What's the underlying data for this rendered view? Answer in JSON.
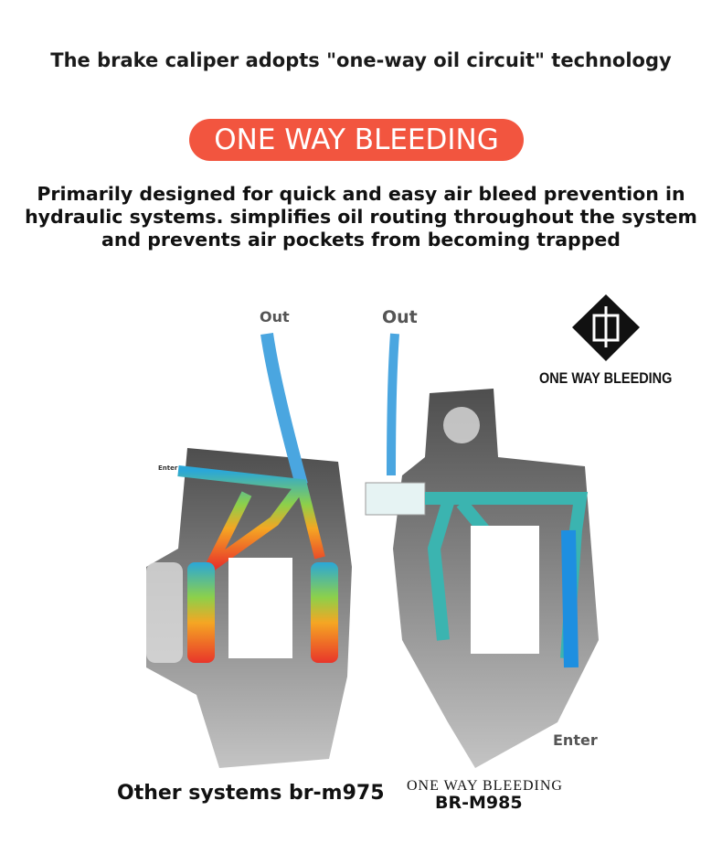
{
  "headline": "The brake caliper adopts \"one-way oil circuit\" technology",
  "badge": "ONE WAY BLEEDING",
  "description": "Primarily designed for quick and easy air bleed prevention in hydraulic systems. simplifies oil routing throughout the system and prevents air pockets from becoming trapped",
  "left_caliper": {
    "out_label": "Out",
    "enter_label": "Enter",
    "caption": "Other systems br-m975"
  },
  "right_caliper": {
    "out_label": "Out",
    "enter_label": "Enter",
    "caption_line1": "ONE WAY BLEEDING",
    "caption_line2": "BR-M985"
  },
  "logo": {
    "text": "ONE WAY BLEEDING"
  },
  "colors": {
    "accent": "#f2553f",
    "oil_blue": "#2a9be0",
    "hot": "#e8352a"
  }
}
